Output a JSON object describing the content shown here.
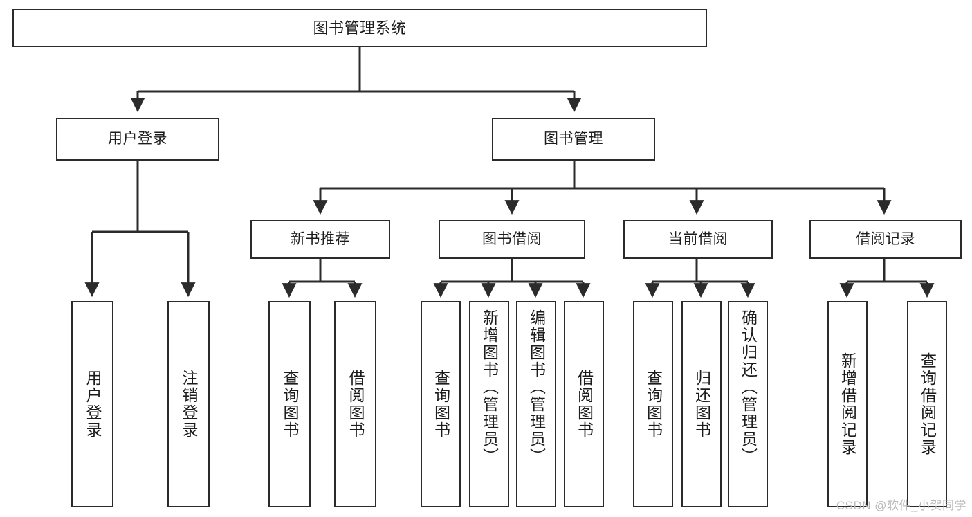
{
  "diagram": {
    "type": "tree-hierarchy",
    "title": "图书管理系统",
    "watermark": "CSDN @软件_小贺同学",
    "colors": {
      "stroke": "#2b2b2b",
      "fill": "#ffffff",
      "text": "#1c1c1c",
      "watermark": "#b9b9b9"
    },
    "levels": [
      {
        "level": 1,
        "nodes": [
          {
            "id": "root",
            "label": "图书管理系统"
          }
        ]
      },
      {
        "level": 2,
        "nodes": [
          {
            "id": "user-login",
            "label": "用户登录",
            "parent": "root"
          },
          {
            "id": "book-manage",
            "label": "图书管理",
            "parent": "root"
          }
        ]
      },
      {
        "level": 3,
        "nodes": [
          {
            "id": "new-book-recommend",
            "label": "新书推荐",
            "parent": "book-manage"
          },
          {
            "id": "book-borrow",
            "label": "图书借阅",
            "parent": "book-manage"
          },
          {
            "id": "current-borrow",
            "label": "当前借阅",
            "parent": "book-manage"
          },
          {
            "id": "borrow-record",
            "label": "借阅记录",
            "parent": "book-manage"
          }
        ]
      },
      {
        "level": 4,
        "nodes": [
          {
            "id": "leaf-user-login",
            "label": "用户登录",
            "parent": "user-login"
          },
          {
            "id": "leaf-user-logout",
            "label": "注销登录",
            "parent": "user-login"
          },
          {
            "id": "leaf-query-book-1",
            "label": "查询图书",
            "parent": "new-book-recommend"
          },
          {
            "id": "leaf-borrow-book-1",
            "label": "借阅图书",
            "parent": "new-book-recommend"
          },
          {
            "id": "leaf-query-book-2",
            "label": "查询图书",
            "parent": "book-borrow"
          },
          {
            "id": "leaf-add-book",
            "label": "新增图书（管理员）",
            "parent": "book-borrow"
          },
          {
            "id": "leaf-edit-book",
            "label": "编辑图书（管理员）",
            "parent": "book-borrow"
          },
          {
            "id": "leaf-borrow-book-2",
            "label": "借阅图书",
            "parent": "book-borrow"
          },
          {
            "id": "leaf-query-book-3",
            "label": "查询图书",
            "parent": "current-borrow"
          },
          {
            "id": "leaf-return-book",
            "label": "归还图书",
            "parent": "current-borrow"
          },
          {
            "id": "leaf-confirm-return",
            "label": "确认归还（管理员）",
            "parent": "current-borrow"
          },
          {
            "id": "leaf-add-record",
            "label": "新增借阅记录",
            "parent": "borrow-record"
          },
          {
            "id": "leaf-query-record",
            "label": "查询借阅记录",
            "parent": "borrow-record"
          }
        ]
      }
    ]
  }
}
